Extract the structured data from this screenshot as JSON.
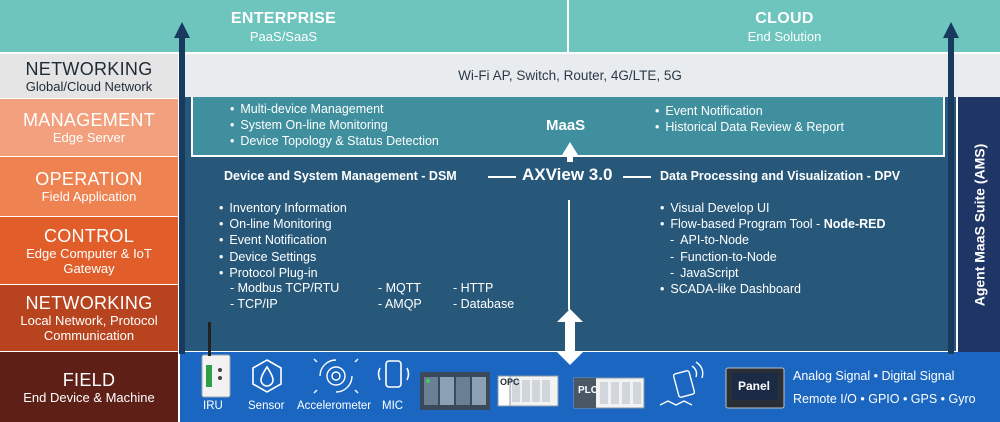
{
  "layers": {
    "networking_global": {
      "title": "NETWORKING",
      "subtitle": "Global/Cloud Network"
    },
    "management": {
      "title": "MANAGEMENT",
      "subtitle": "Edge Server"
    },
    "operation": {
      "title": "OPERATION",
      "subtitle": "Field Application"
    },
    "control": {
      "title": "CONTROL",
      "subtitle_line1": "Edge Computer & IoT",
      "subtitle_line2": "Gateway"
    },
    "networking_local": {
      "title": "NETWORKING",
      "subtitle_line1": "Local Network, Protocol",
      "subtitle_line2": "Communication"
    },
    "field": {
      "title": "FIELD",
      "subtitle": "End Device & Machine"
    }
  },
  "top": {
    "enterprise": {
      "title": "ENTERPRISE",
      "subtitle": "PaaS/SaaS"
    },
    "cloud": {
      "title": "CLOUD",
      "subtitle": "End Solution"
    }
  },
  "network_band": "Wi-Fi AP, Switch, Router, 4G/LTE, 5G",
  "maas": {
    "label": "MaaS",
    "left": [
      "Multi-device Management",
      "System On-line Monitoring",
      "Device Topology & Status Detection"
    ],
    "right": [
      "Event Notification",
      "Historical Data Review & Report"
    ]
  },
  "axview": {
    "title": "AXView 3.0",
    "dsm_title": "Device and System Management - DSM",
    "dpv_title": "Data Processing and Visualization - DPV",
    "dsm_items": [
      "Inventory Information",
      "On-line Monitoring",
      "Event Notification",
      "Device Settings",
      "Protocol Plug-in"
    ],
    "protocols": [
      "Modbus TCP/RTU",
      "MQTT",
      "HTTP",
      "TCP/IP",
      "AMQP",
      "Database"
    ],
    "dpv_visual": "Visual Develop UI",
    "dpv_flow_prefix": "Flow-based Program Tool - ",
    "dpv_flow_bold": "Node-RED",
    "dpv_subs": [
      "API-to-Node",
      "Function-to-Node",
      "JavaScript"
    ],
    "dpv_scada": "SCADA-like Dashboard"
  },
  "ams": "Agent MaaS Suite (AMS)",
  "field_icons": {
    "iru": "IRU",
    "sensor": "Sensor",
    "accelerometer": "Accelerometer",
    "mic": "MIC",
    "opc": "OPC",
    "plc": "PLC",
    "panel": "Panel"
  },
  "signals": {
    "line1": "Analog Signal • Digital Signal",
    "line2": "Remote I/O • GPIO • GPS • Gyro"
  },
  "colors": {
    "teal": "#6dc5be",
    "light_band": "#e9ecee",
    "maas_teal": "#3f8f9e",
    "core_blue": "#27587a",
    "ams_navy": "#1f3566",
    "field_blue": "#1a66c0",
    "dark_arrow": "#173a5e",
    "layer_net_global": "#e4e4e4",
    "layer_mgmt": "#f2a07e",
    "layer_oper": "#ee8250",
    "layer_ctrl": "#e15e2b",
    "layer_net_local": "#b7441e",
    "layer_field": "#5e1f16"
  }
}
